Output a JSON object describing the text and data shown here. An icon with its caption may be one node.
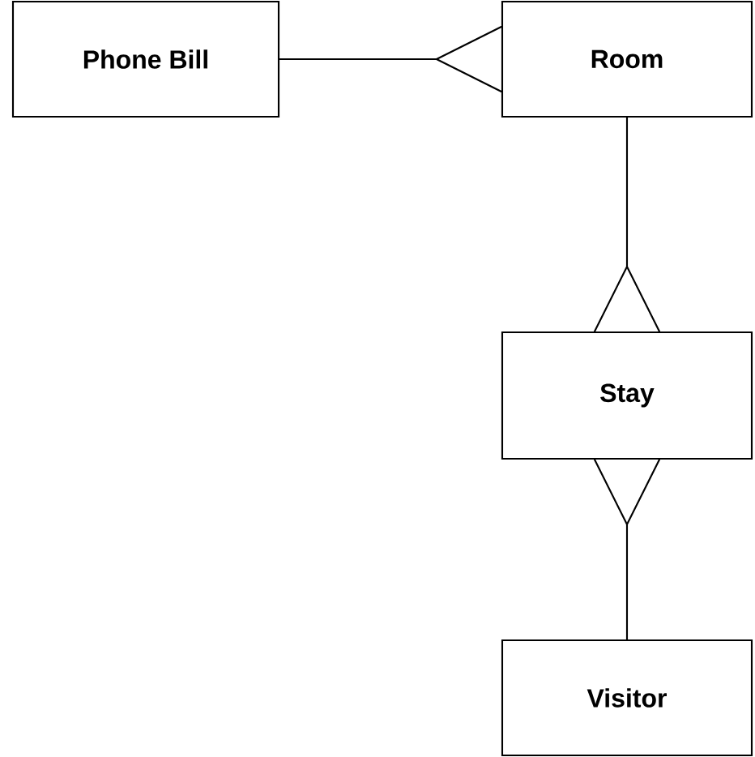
{
  "diagram": {
    "nodes": [
      {
        "text": [
          "Phone Bill"
        ]
      },
      {
        "text": [
          "Room"
        ]
      },
      {
        "text": [
          "Stay"
        ]
      },
      {
        "text": [
          "Visitor"
        ]
      }
    ],
    "edges": [
      {
        "from": 0,
        "to": 1,
        "arrow": "other"
      },
      {
        "from": 1,
        "to": 2,
        "arrow": "other"
      },
      {
        "from": 3,
        "to": 2,
        "arrow": "other"
      }
    ]
  }
}
